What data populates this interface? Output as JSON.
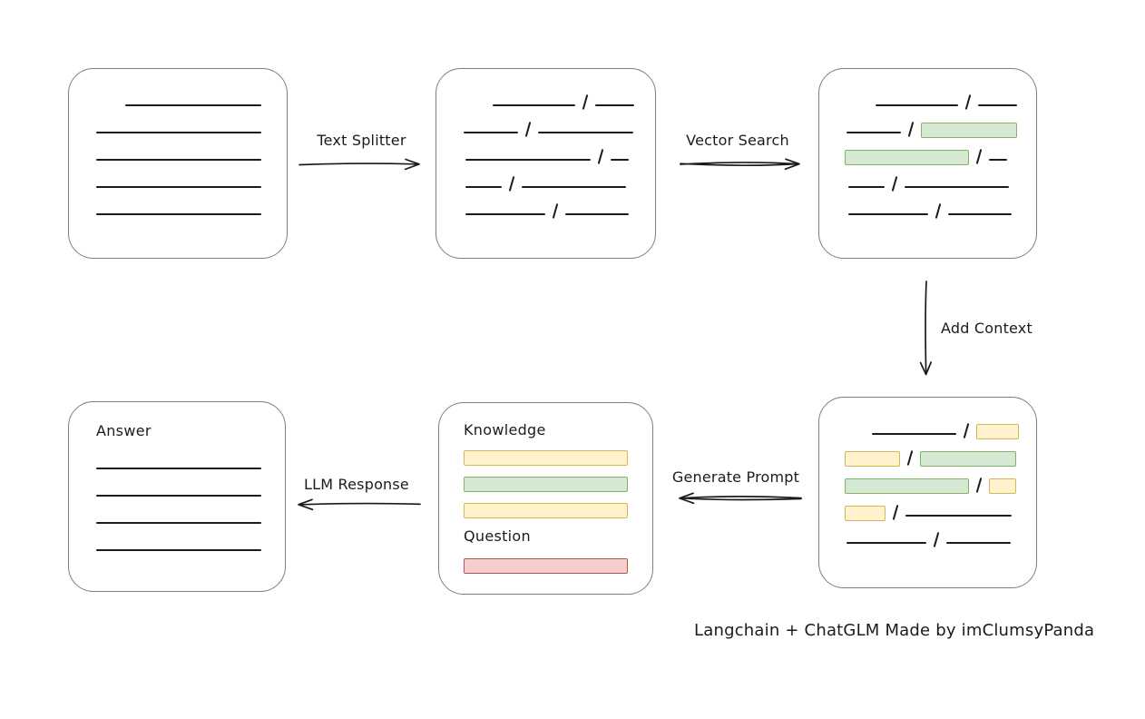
{
  "caption": "Langchain + ChatGLM Made by imClumsyPanda",
  "colors": {
    "green_fill": "#d5e8d4",
    "green_border": "#82b366",
    "yellow_fill": "#fff2cc",
    "yellow_border": "#d6b656",
    "red_fill": "#f8cecc",
    "red_border": "#b85450",
    "node_border": "#7e7e7e",
    "ink": "#1b1b1b",
    "background": "#ffffff"
  },
  "arrows": {
    "text_splitter": {
      "label": "Text Splitter",
      "direction": "right"
    },
    "vector_search": {
      "label": "Vector Search",
      "direction": "right"
    },
    "add_context": {
      "label": "Add Context",
      "direction": "down"
    },
    "generate_prompt": {
      "label": "Generate Prompt",
      "direction": "left"
    },
    "llm_response": {
      "label": "LLM Response",
      "direction": "left"
    }
  },
  "boxes": {
    "document": {
      "rows": [
        {
          "indent": 62,
          "segs": [
            {
              "k": "line",
              "w": 150
            }
          ]
        },
        {
          "indent": 30,
          "segs": [
            {
              "k": "line",
              "w": 182
            }
          ]
        },
        {
          "indent": 30,
          "segs": [
            {
              "k": "line",
              "w": 182
            }
          ]
        },
        {
          "indent": 30,
          "segs": [
            {
              "k": "line",
              "w": 182
            }
          ]
        },
        {
          "indent": 30,
          "segs": [
            {
              "k": "line",
              "w": 182
            }
          ]
        }
      ]
    },
    "chunks": {
      "rows": [
        {
          "indent": 62,
          "segs": [
            {
              "k": "line",
              "w": 91
            },
            {
              "k": "slash"
            },
            {
              "k": "line",
              "w": 43
            }
          ]
        },
        {
          "indent": 30,
          "segs": [
            {
              "k": "line",
              "w": 60
            },
            {
              "k": "slash"
            },
            {
              "k": "line",
              "w": 105
            }
          ]
        },
        {
          "indent": 32,
          "segs": [
            {
              "k": "line",
              "w": 138
            },
            {
              "k": "slash"
            },
            {
              "k": "line",
              "w": 20
            }
          ]
        },
        {
          "indent": 32,
          "segs": [
            {
              "k": "line",
              "w": 40
            },
            {
              "k": "slash"
            },
            {
              "k": "line",
              "w": 115
            }
          ]
        },
        {
          "indent": 32,
          "segs": [
            {
              "k": "line",
              "w": 88
            },
            {
              "k": "slash"
            },
            {
              "k": "line",
              "w": 70
            }
          ]
        }
      ]
    },
    "matched_chunks": {
      "rows": [
        {
          "indent": 62,
          "segs": [
            {
              "k": "line",
              "w": 91
            },
            {
              "k": "slash"
            },
            {
              "k": "line",
              "w": 43
            }
          ]
        },
        {
          "indent": 30,
          "segs": [
            {
              "k": "line",
              "w": 60
            },
            {
              "k": "slash"
            },
            {
              "k": "green",
              "w": 104
            }
          ]
        },
        {
          "indent": 28,
          "segs": [
            {
              "k": "green",
              "w": 135
            },
            {
              "k": "slash"
            },
            {
              "k": "line",
              "w": 20
            }
          ]
        },
        {
          "indent": 32,
          "segs": [
            {
              "k": "line",
              "w": 40
            },
            {
              "k": "slash"
            },
            {
              "k": "line",
              "w": 115
            }
          ]
        },
        {
          "indent": 32,
          "segs": [
            {
              "k": "line",
              "w": 88
            },
            {
              "k": "slash"
            },
            {
              "k": "line",
              "w": 70
            }
          ]
        }
      ]
    },
    "context_chunks": {
      "rows": [
        {
          "indent": 58,
          "segs": [
            {
              "k": "line",
              "w": 93
            },
            {
              "k": "slash"
            },
            {
              "k": "yellow",
              "w": 45
            }
          ]
        },
        {
          "indent": 28,
          "segs": [
            {
              "k": "yellow",
              "w": 59
            },
            {
              "k": "slash"
            },
            {
              "k": "green",
              "w": 104
            }
          ]
        },
        {
          "indent": 28,
          "segs": [
            {
              "k": "green",
              "w": 135
            },
            {
              "k": "slash"
            },
            {
              "k": "yellow",
              "w": 28
            }
          ]
        },
        {
          "indent": 28,
          "segs": [
            {
              "k": "yellow",
              "w": 43
            },
            {
              "k": "slash"
            },
            {
              "k": "line",
              "w": 117
            }
          ]
        },
        {
          "indent": 30,
          "segs": [
            {
              "k": "line",
              "w": 88
            },
            {
              "k": "slash"
            },
            {
              "k": "line",
              "w": 71
            }
          ]
        }
      ]
    },
    "prompt": {
      "knowledge_label": "Knowledge",
      "knowledge_bars": [
        "yellow",
        "green",
        "yellow"
      ],
      "question_label": "Question",
      "question_bars": [
        "red"
      ]
    },
    "answer": {
      "label": "Answer",
      "line_count": 4
    }
  }
}
